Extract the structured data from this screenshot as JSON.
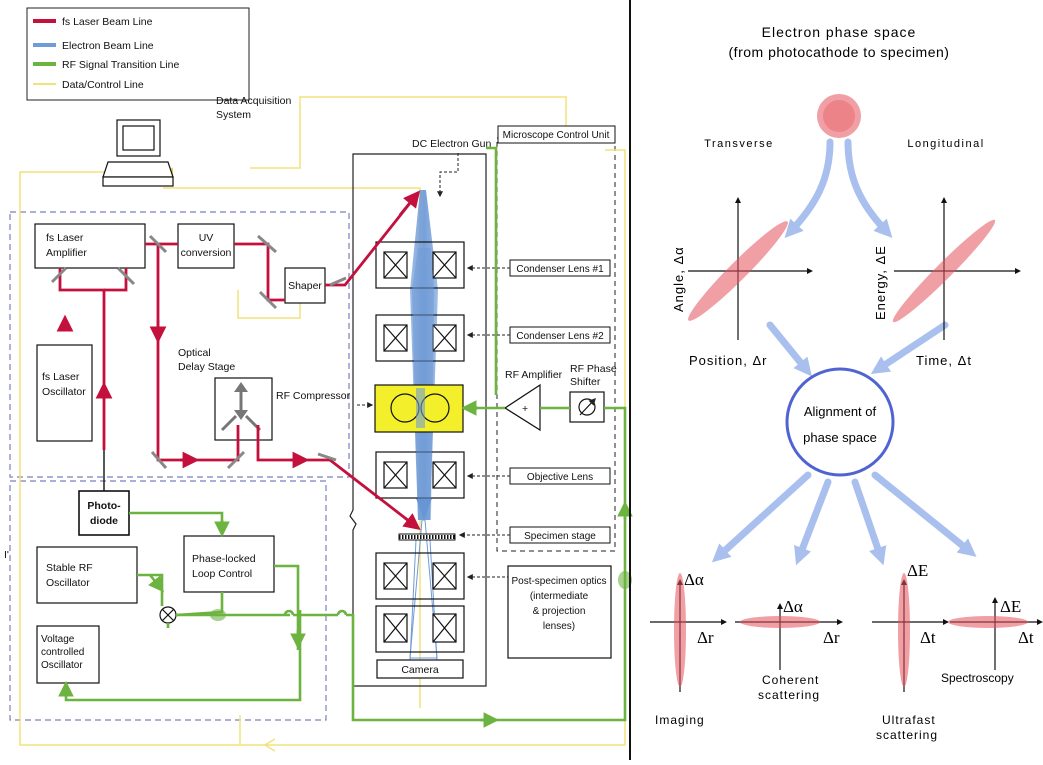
{
  "legend": {
    "laser": "fs Laser Beam Line",
    "electron": "Electron Beam Line",
    "rf": "RF Signal Transition Line",
    "data": "Data/Control Line"
  },
  "colors": {
    "laser": "#c4103d",
    "electron": "#6f9bd6",
    "rf": "#6cb33f",
    "data": "#f2e27a",
    "compressor": "#f3ef2b",
    "phase_dots": "#e4515a",
    "circle_border": "#4f63d2",
    "arrows": "#a9c0ef",
    "dashed_region": "#7b7fc0"
  },
  "left": {
    "daq": [
      "Data Acquisition",
      "System"
    ],
    "dc_gun": "DC Electron Gun",
    "mcu": "Microscope Control Unit",
    "fs_amp": [
      "fs Laser",
      "Amplifier"
    ],
    "uv": [
      "UV",
      "conversion"
    ],
    "shaper": "Shaper",
    "fs_osc": [
      "fs Laser",
      "Oscillator"
    ],
    "delay": [
      "Optical",
      "Delay Stage"
    ],
    "rf_comp": "RF Compressor",
    "rf_amp": "RF Amplifier",
    "rf_phase": [
      "RF Phase",
      "Shifter"
    ],
    "condenser1": "Condenser Lens #1",
    "condenser2": "Condenser Lens #2",
    "objective": "Objective Lens",
    "specimen": "Specimen stage",
    "photodiode": [
      "Photo-",
      "diode"
    ],
    "stable_rf": [
      "Stable RF",
      "Oscillator"
    ],
    "pll": [
      "Phase-locked",
      "Loop Control"
    ],
    "vco": [
      "Voltage",
      "controlled",
      "Oscillator"
    ],
    "post_optics": [
      "Post-specimen optics",
      "(intermediate",
      "& projection",
      "lenses)"
    ],
    "camera": "Camera",
    "side_mark": "I'"
  },
  "right": {
    "title": [
      "Electron phase space",
      "(from photocathode to specimen)"
    ],
    "transverse": "Transverse",
    "longitudinal": "Longitudinal",
    "angle": "Angle, Δα",
    "energy": "Energy, ΔE",
    "position": "Position, Δr",
    "time": "Time, Δt",
    "alignment": [
      "Alignment of",
      "phase space"
    ],
    "axes": {
      "imaging_y": "Δα",
      "imaging_x": "Δr",
      "coherent_y": "Δα",
      "coherent_x": "Δr",
      "ultrafast_y": "ΔE",
      "ultrafast_x": "Δt",
      "spectro_y": "ΔE",
      "spectro_x": "Δt"
    },
    "imaging": "Imaging",
    "coherent": [
      "Coherent",
      "scattering"
    ],
    "ultrafast": [
      "Ultrafast",
      "scattering"
    ],
    "spectroscopy": "Spectroscopy"
  }
}
